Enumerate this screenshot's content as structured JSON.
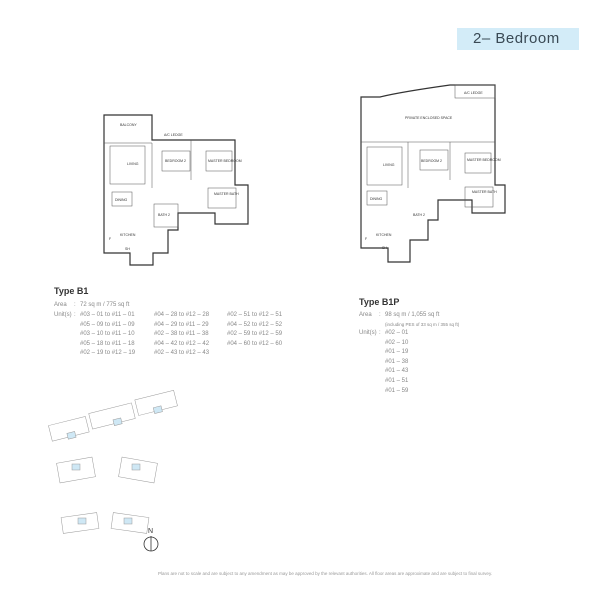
{
  "header": {
    "title": "2– Bedroom"
  },
  "plan_b1": {
    "labels": [
      "BALCONY",
      "A/C LEDGE",
      "LIVING",
      "BEDROOM 2",
      "MASTER BEDROOM",
      "DINING",
      "MASTER BATH",
      "BATH 2",
      "KITCHEN",
      "F",
      "SH"
    ]
  },
  "plan_b1p": {
    "labels": [
      "A/C LEDGE",
      "PRIVATE ENCLOSED SPACE",
      "LIVING",
      "BEDROOM 2",
      "MASTER BEDROOM",
      "DINING",
      "MASTER BATH",
      "BATH 2",
      "KITCHEN",
      "F",
      "SH"
    ]
  },
  "type_b1": {
    "title": "Type B1",
    "area_label": "Area",
    "area": "72 sq m / 775 sq ft",
    "units_label": "Unit(s)",
    "units": [
      [
        "#03 – 01 to #11 – 01",
        "#05 – 09 to #11 – 09",
        "#03 – 10 to #11 – 10",
        "#05 – 18 to #11 – 18",
        "#02 – 19 to #12 – 19"
      ],
      [
        "#04 – 28 to #12 – 28",
        "#04 – 29 to #11 – 29",
        "#02 – 38 to #11 – 38",
        "#04 – 42 to #12 – 42",
        "#02 – 43 to #12 – 43"
      ],
      [
        "#02 – 51 to #12 – 51",
        "#04 – 52 to #12 – 52",
        "#02 – 59 to #12 – 59",
        "#04 – 60 to #12 – 60"
      ]
    ]
  },
  "type_b1p": {
    "title": "Type B1P",
    "area_label": "Area",
    "area": "98 sq m / 1,055 sq ft",
    "area_note": "(including PES of 33 sq m / 355 sq ft)",
    "units_label": "Unit(s)",
    "units": [
      "#02 – 01",
      "#02 – 10",
      "#01 – 19",
      "#01 – 38",
      "#01 – 43",
      "#01 – 51",
      "#01 – 59"
    ]
  },
  "compass": {
    "label": "N"
  },
  "disclaimer": "Plans are not to scale and are subject to any amendment as may be approved by the relevant authorities. All floor areas are approximate and are subject to final survey."
}
